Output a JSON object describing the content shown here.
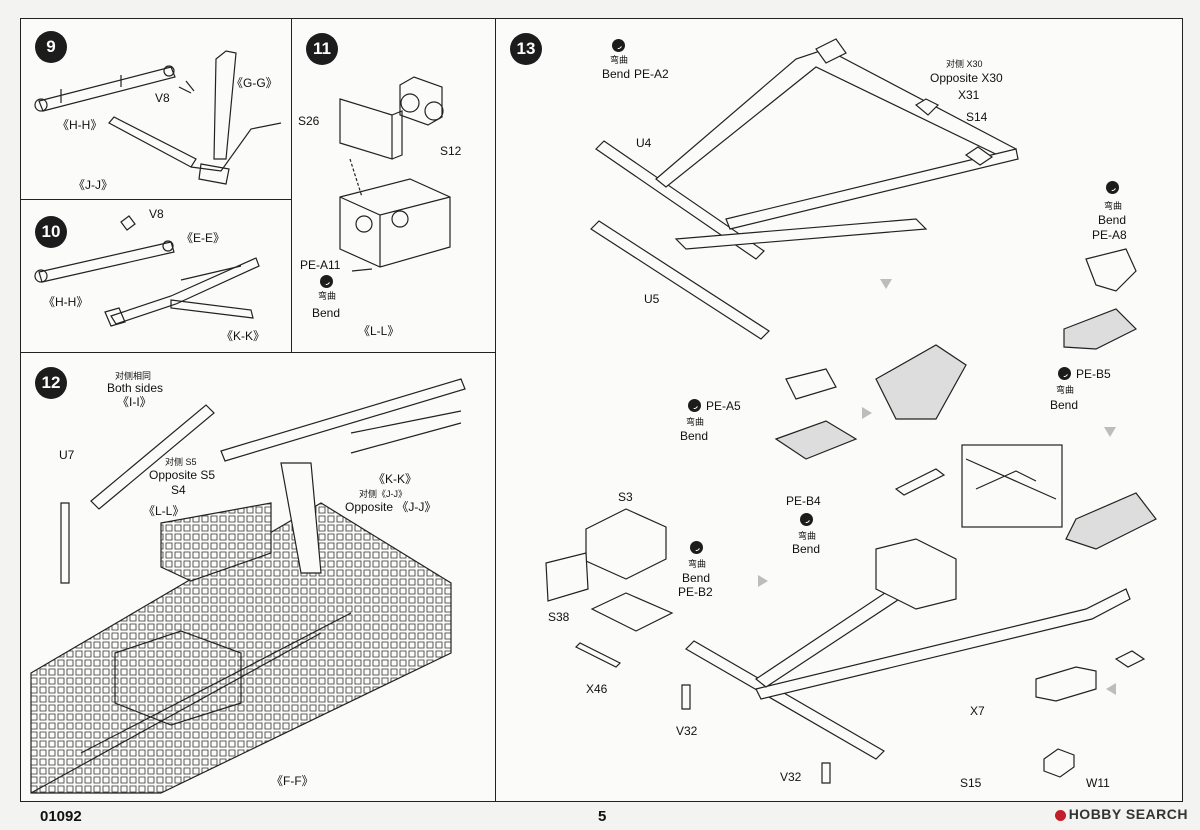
{
  "colors": {
    "ink": "#111111",
    "badge": "#1c1c1c",
    "arrow": "#bdbdbd",
    "logo_mark": "#c21d2a"
  },
  "steps": {
    "s9": {
      "num": "9",
      "labels": {
        "hh": "《H-H》",
        "v8": "V8",
        "gg": "《G-G》",
        "jj": "《J-J》"
      }
    },
    "s10": {
      "num": "10",
      "labels": {
        "v8": "V8",
        "ee": "《E-E》",
        "hh": "《H-H》",
        "kk": "《K-K》"
      }
    },
    "s11": {
      "num": "11",
      "labels": {
        "s26": "S26",
        "s12": "S12",
        "pea11": "PE-A11",
        "bend_cn": "弯曲",
        "bend": "Bend",
        "ll": "《L-L》"
      }
    },
    "s12": {
      "num": "12",
      "labels": {
        "both_cn": "对侧相同",
        "both": "Both sides",
        "ii": "《I-I》",
        "u7": "U7",
        "opp_s5_cn": "对侧 S5",
        "opp_s5": "Opposite S5",
        "s4": "S4",
        "ll": "《L-L》",
        "kk": "《K-K》",
        "opp_jj_cn": "对侧《J-J》",
        "opp_jj": "Opposite 《J-J》",
        "ff": "《F-F》"
      }
    },
    "s13": {
      "num": "13",
      "labels": {
        "bend_cn_a2": "弯曲",
        "bend_a2": "Bend",
        "pea2": "PE-A2",
        "opp_x30_cn": "对侧 X30",
        "opp_x30": "Opposite X30",
        "x31": "X31",
        "s14": "S14",
        "u4": "U4",
        "u5": "U5",
        "bend_cn_a8": "弯曲",
        "bend_a8": "Bend",
        "pea8": "PE-A8",
        "peb5": "PE-B5",
        "bend_cn_b5": "弯曲",
        "bend_b5": "Bend",
        "pea5": "PE-A5",
        "bend_cn_a5": "弯曲",
        "bend_a5": "Bend",
        "peb4": "PE-B4",
        "bend_cn_b4": "弯曲",
        "bend_b4": "Bend",
        "s3": "S3",
        "bend_cn_b2": "弯曲",
        "bend_b2": "Bend",
        "peb2": "PE-B2",
        "s38": "S38",
        "x46": "X46",
        "v32a": "V32",
        "v32b": "V32",
        "x7": "X7",
        "s15": "S15",
        "w11": "W11"
      }
    }
  },
  "footer": {
    "code": "01092",
    "page": "5",
    "watermark": "HOBBY SEARCH"
  }
}
